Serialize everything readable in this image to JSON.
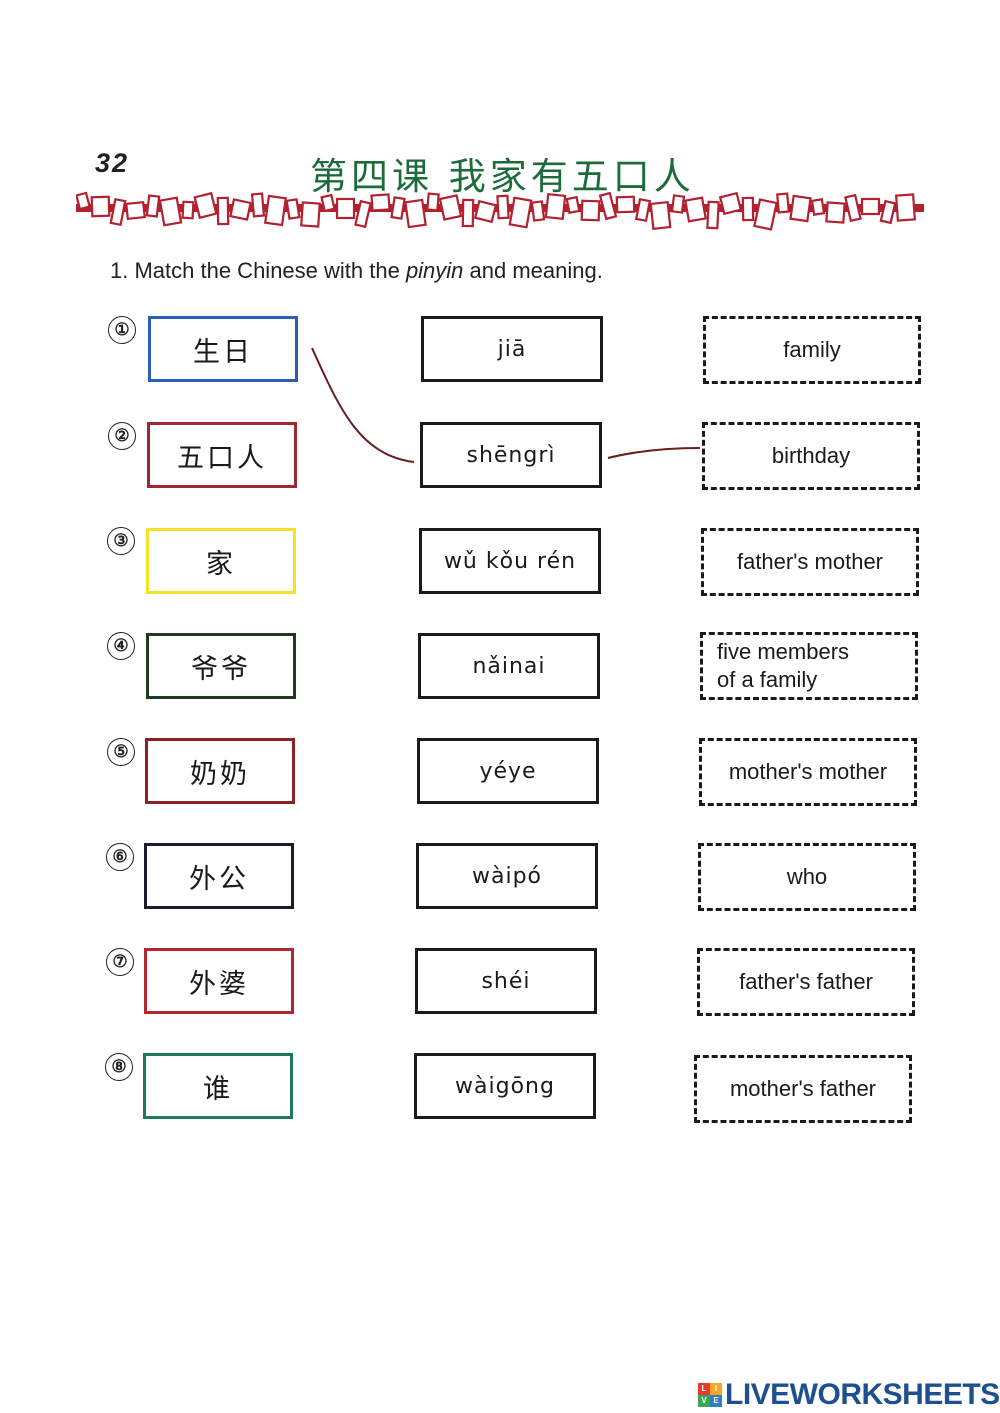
{
  "page_number": "32",
  "lesson_title": "第四课 我家有五口人",
  "instruction": {
    "prefix": "1. Match the Chinese with the ",
    "emphasis": "pinyin",
    "suffix": " and meaning."
  },
  "items": [
    {
      "num": "①",
      "chinese": "生日",
      "border": "#2a5fb4",
      "pinyin": "jiā",
      "meaning": "family"
    },
    {
      "num": "②",
      "chinese": "五口人",
      "border": "#a3262e",
      "pinyin": "shēngrì",
      "meaning": "birthday"
    },
    {
      "num": "③",
      "chinese": "家",
      "border": "#f1e22a",
      "pinyin": "wǔ kǒu rén",
      "meaning": "father's mother"
    },
    {
      "num": "④",
      "chinese": "爷爷",
      "border": "#1e3b1e",
      "pinyin": "nǎinai",
      "meaning": "five members\nof a family"
    },
    {
      "num": "⑤",
      "chinese": "奶奶",
      "border": "#8c1f27",
      "pinyin": "yéye",
      "meaning": "mother's mother"
    },
    {
      "num": "⑥",
      "chinese": "外公",
      "border": "#1c1c2e",
      "pinyin": "wàipó",
      "meaning": "who"
    },
    {
      "num": "⑦",
      "chinese": "外婆",
      "border": "#b3262f",
      "pinyin": "shéi",
      "meaning": "father's father"
    },
    {
      "num": "⑧",
      "chinese": "谁",
      "border": "#1e7a5a",
      "pinyin": "wàigōng",
      "meaning": "mother's father"
    }
  ],
  "colors": {
    "title_green": "#1c6b3a",
    "border_red": "#b3202f",
    "match_line": "#6a1f1f",
    "logo_blue": "#1d4f91"
  },
  "logo": {
    "mark": [
      "L",
      "I",
      "V",
      "E"
    ],
    "text": "LIVEWORKSHEETS"
  }
}
